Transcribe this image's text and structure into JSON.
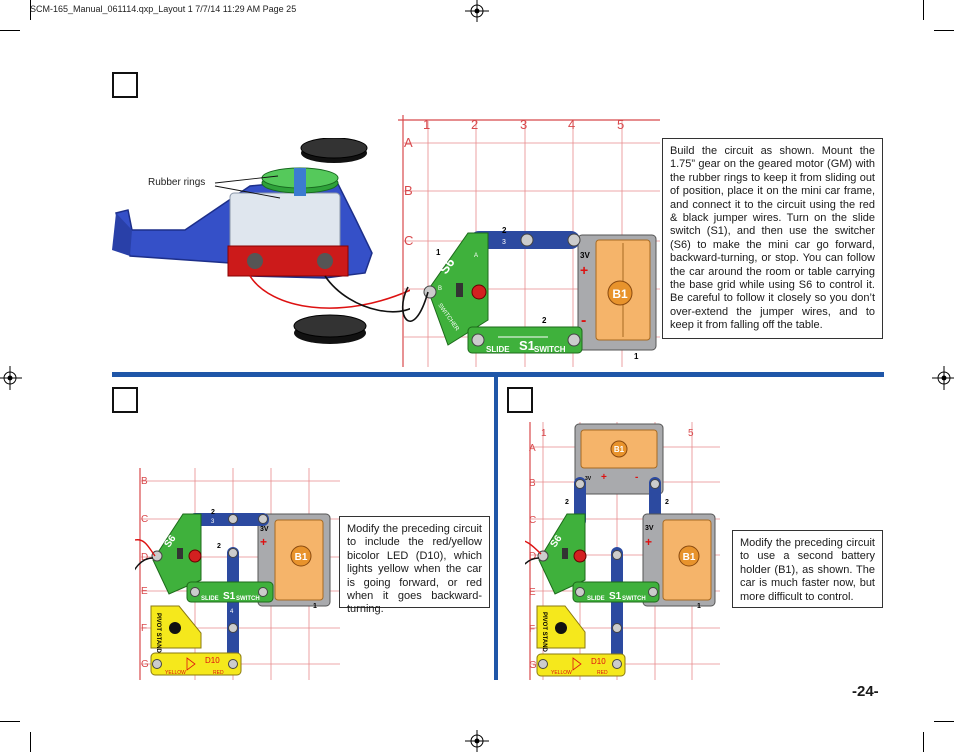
{
  "slug": "SCM-165_Manual_061114.qxp_Layout 1  7/7/14  11:29 AM  Page 25",
  "page_number": "-24-",
  "top": {
    "callout_label": "Rubber rings",
    "grid_cols": [
      "1",
      "2",
      "3",
      "4",
      "5"
    ],
    "grid_rows": [
      "A",
      "B",
      "C"
    ],
    "description": "Build the circuit as shown. Mount the 1.75” gear on the geared motor (GM) with the rubber rings to keep it from sliding out of position, place it on the mini car frame, and connect it to the circuit using the red & black jumper wires. Turn on the slide switch (S1), and then use the switcher (S6) to make the mini car go forward, backward-turning, or stop. You can follow the car around the room or table carrying the base grid while using S6 to control it. Be careful to follow it closely so you don’t over-extend the jumper wires, and to keep it from falling off the table."
  },
  "bottom_left": {
    "grid_rows": [
      "B",
      "C",
      "D",
      "E",
      "F",
      "G"
    ],
    "description": "Modify the preceding circuit to include the red/yellow bicolor LED (D10), which lights yellow when the car is going forward, or red when it goes backward-turning."
  },
  "bottom_right": {
    "grid_cols": [
      "1",
      "5"
    ],
    "grid_rows": [
      "A",
      "B",
      "C",
      "D",
      "E",
      "F",
      "G"
    ],
    "description": "Modify the preceding circuit to use a second battery holder (B1), as shown. The car is much faster now, but more difficult to control."
  },
  "parts": {
    "battery": "B1",
    "battery_voltage": "3V",
    "switch": "S1",
    "switch_left": "SLIDE",
    "switch_right": "SWITCH",
    "switcher": "S6",
    "switcher_text": "SWITCHER",
    "led": "D10",
    "led_yellow": "YELLOW",
    "led_red": "RED",
    "pivot": "PIVOT STAND",
    "n1": "1",
    "n2": "2",
    "n3": "3",
    "n4": "4",
    "plus": "+",
    "minus": "-",
    "a": "A",
    "b": "B"
  },
  "colors": {
    "rule_blue": "#1f56a8",
    "grid_red": "#d8494c",
    "snap_blue": "#2c4aa0",
    "green_part": "#3fb13c",
    "battery_orange": "#f5b46a",
    "led_yellow": "#f5e81c"
  }
}
